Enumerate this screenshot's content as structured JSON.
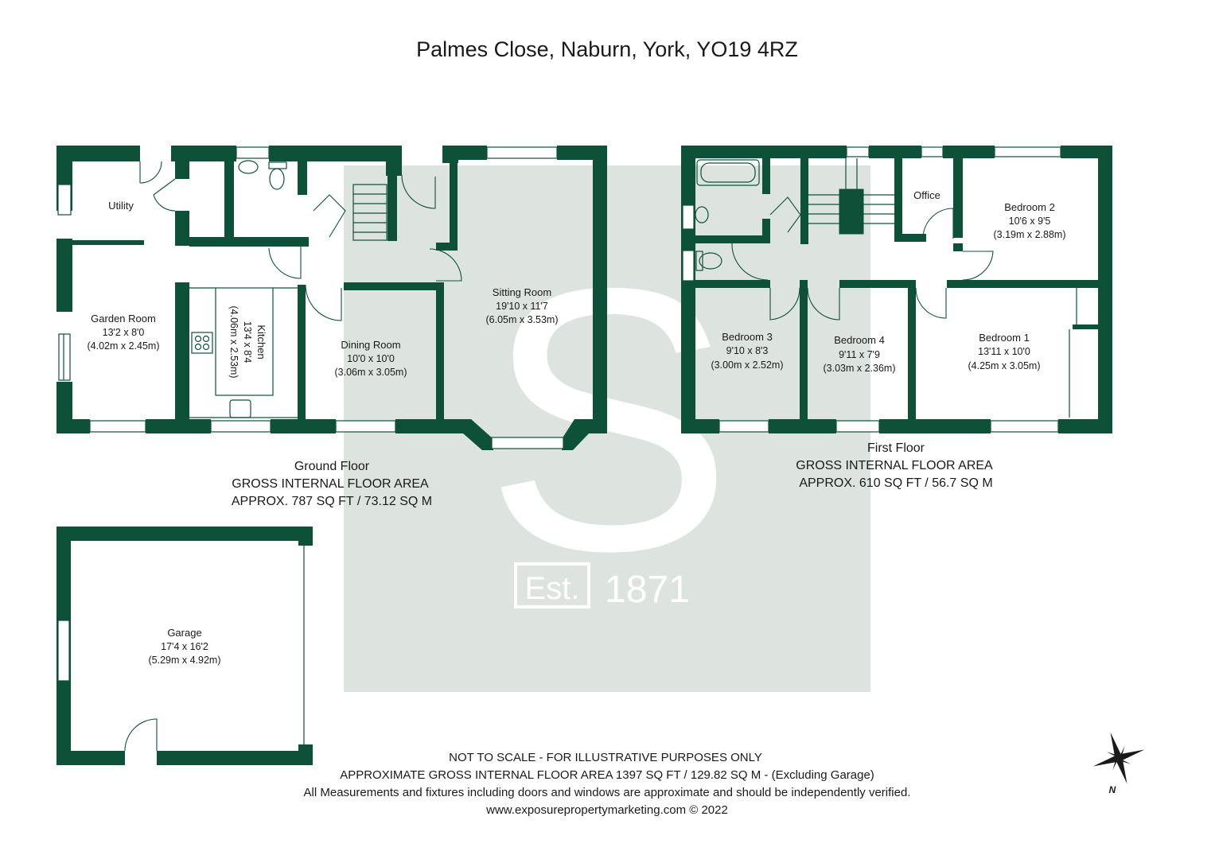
{
  "header": {
    "address": "Palmes Close, Naburn, York, YO19 4RZ"
  },
  "watermark": {
    "letter": "S",
    "est_label": "Est.",
    "year": "1871",
    "color": "#dde3df",
    "text_color": "#ffffff"
  },
  "colors": {
    "wall": "#0e5139",
    "background": "#ffffff",
    "text": "#1a1a1a"
  },
  "ground_floor": {
    "label": "Ground Floor",
    "area_title": "GROSS INTERNAL FLOOR AREA",
    "area_value": "APPROX. 787 SQ FT / 73.12 SQ M",
    "rooms": {
      "utility": {
        "name": "Utility"
      },
      "garden_room": {
        "name": "Garden Room",
        "imperial": "13'2 x 8'0",
        "metric": "(4.02m x 2.45m)"
      },
      "kitchen": {
        "name": "Kitchen",
        "imperial": "13'4 x 8'4",
        "metric": "(4.06m x 2.53m)"
      },
      "dining_room": {
        "name": "Dining Room",
        "imperial": "10'0 x 10'0",
        "metric": "(3.06m x 3.05m)"
      },
      "sitting_room": {
        "name": "Sitting Room",
        "imperial": "19'10 x 11'7",
        "metric": "(6.05m x 3.53m)"
      }
    }
  },
  "first_floor": {
    "label": "First Floor",
    "area_title": "GROSS INTERNAL FLOOR AREA",
    "area_value": "APPROX. 610 SQ FT / 56.7 SQ M",
    "rooms": {
      "office": {
        "name": "Office"
      },
      "bedroom_2": {
        "name": "Bedroom 2",
        "imperial": "10'6 x 9'5",
        "metric": "(3.19m x 2.88m)"
      },
      "bedroom_3": {
        "name": "Bedroom 3",
        "imperial": "9'10 x 8'3",
        "metric": "(3.00m x 2.52m)"
      },
      "bedroom_4": {
        "name": "Bedroom 4",
        "imperial": "9'11 x 7'9",
        "metric": "(3.03m x 2.36m)"
      },
      "bedroom_1": {
        "name": "Bedroom 1",
        "imperial": "13'11 x 10'0",
        "metric": "(4.25m x 3.05m)"
      }
    }
  },
  "garage": {
    "name": "Garage",
    "imperial": "17'4 x 16'2",
    "metric": "(5.29m x 4.92m)"
  },
  "footer": {
    "line1": "NOT TO SCALE - FOR ILLUSTRATIVE PURPOSES ONLY",
    "line2": "APPROXIMATE GROSS INTERNAL FLOOR AREA 1397 SQ FT / 129.82 SQ M - (Excluding Garage)",
    "line3": "All Measurements and fixtures including doors and windows are approximate and should be independently verified.",
    "line4": "www.exposurepropertymarketing.com © 2022"
  },
  "compass": {
    "label": "N",
    "icon": "compass-rose-icon"
  }
}
